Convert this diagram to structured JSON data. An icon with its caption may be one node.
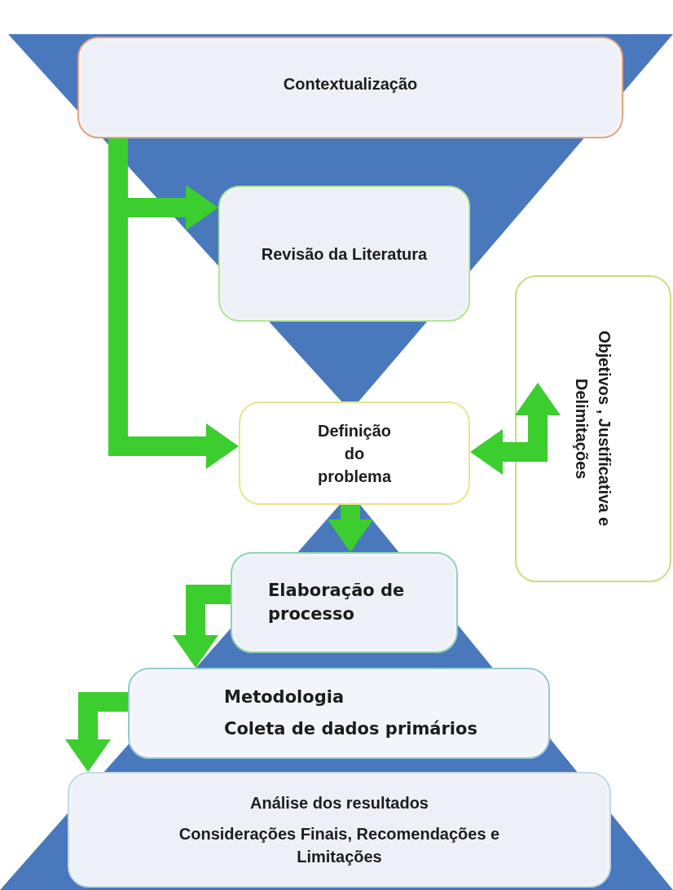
{
  "diagram": {
    "nodes": [
      {
        "text": [
          "Contextualização"
        ]
      },
      {
        "text": [
          "Revisão da Literatura"
        ]
      },
      {
        "text": [
          "Definição do problema"
        ]
      },
      {
        "text": [
          "Objetivos , Justificativa e Delimitações"
        ]
      },
      {
        "text": [
          "Elaboração de processo"
        ]
      },
      {
        "text": [
          "Metodologia",
          "Coleta de dados primários"
        ]
      },
      {
        "text": [
          "Análise dos resultados",
          "Considerações Finais, Recomendações e Limitações"
        ]
      }
    ],
    "edges": [
      {
        "from": 0,
        "to": 1,
        "arrow": "to"
      },
      {
        "from": 0,
        "to": 2,
        "arrow": "to"
      },
      {
        "from": 2,
        "to": 3,
        "arrow": "both"
      },
      {
        "from": 2,
        "to": 4,
        "arrow": "to"
      },
      {
        "from": 4,
        "to": 5,
        "arrow": "to"
      },
      {
        "from": 5,
        "to": 6,
        "arrow": "to"
      }
    ]
  }
}
